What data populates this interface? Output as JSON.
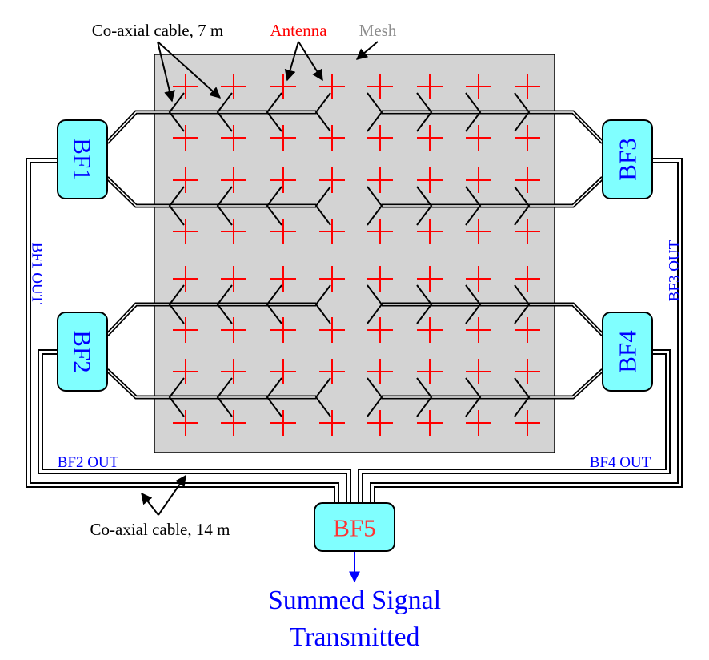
{
  "labels": {
    "coax_7m": "Co-axial cable, 7 m",
    "antenna": "Antenna",
    "mesh": "Mesh",
    "coax_14m": "Co-axial cable, 14 m",
    "bf1_out": "BF1 OUT",
    "bf2_out": "BF2 OUT",
    "bf3_out": "BF3 OUT",
    "bf4_out": "BF4 OUT",
    "summed_line1": "Summed Signal",
    "summed_line2": "Transmitted"
  },
  "beamformers": {
    "bf1": "BF1",
    "bf2": "BF2",
    "bf3": "BF3",
    "bf4": "BF4",
    "bf5": "BF5"
  },
  "colors": {
    "antenna": "#ff0000",
    "mesh_fill": "#d3d3d3",
    "mesh_label": "#8c8c8c",
    "beamformer_fill": "#80ffff",
    "out_label": "#0000ff",
    "bf5_text": "#ff3333",
    "cable": "#000000"
  }
}
